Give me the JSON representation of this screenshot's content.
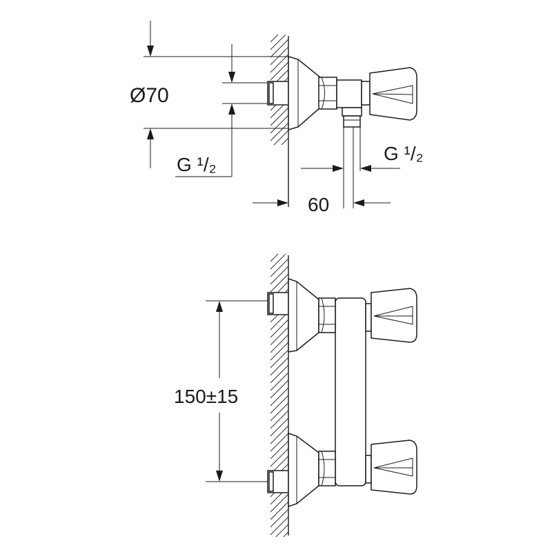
{
  "top_view": {
    "diameter_label": "Ø70",
    "left_thread_label": "G ¹/₂",
    "right_thread_label": "G ¹/₂",
    "depth_label": "60"
  },
  "front_view": {
    "spacing_label": "150±15"
  },
  "colors": {
    "line": "#1a1a1a",
    "background": "#ffffff"
  }
}
